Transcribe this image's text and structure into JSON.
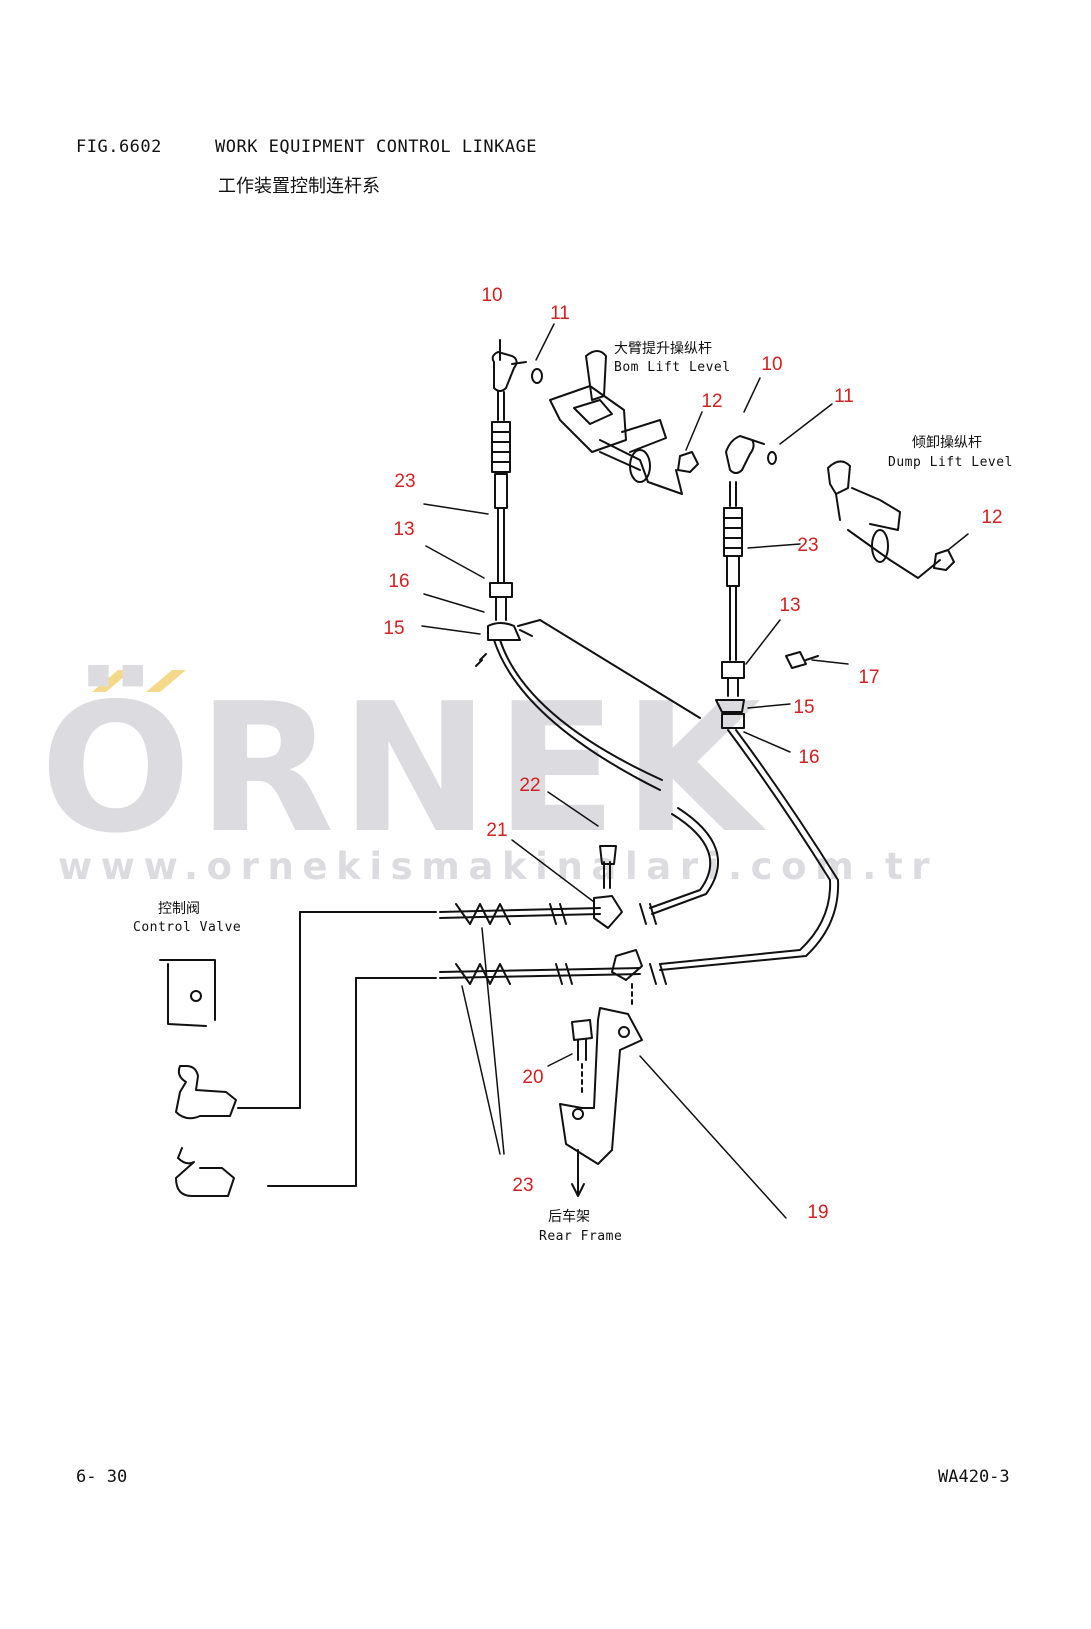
{
  "header": {
    "fig_no": "FIG.6602",
    "title": "WORK EQUIPMENT CONTROL LINKAGE",
    "title_cn": "工作装置控制连杆系"
  },
  "labels": {
    "boom_lever_cn": "大臂提升操纵杆",
    "boom_lever_en": "Bom Lift Level",
    "dump_lever_cn": "倾卸操纵杆",
    "dump_lever_en": "Dump Lift Level",
    "control_valve_cn": "控制阀",
    "control_valve_en": "Control Valve",
    "rear_frame_cn": "后车架",
    "rear_frame_en": "Rear Frame"
  },
  "watermark": {
    "brand": "ÖRNEK",
    "url": "www.ornekismakinalari.com.tr",
    "brand_color": "#dcdce0",
    "accent_color": "#f5d98a"
  },
  "part_color": "#d42020",
  "part_numbers": [
    "10",
    "11",
    "12",
    "23",
    "13",
    "16",
    "15",
    "10",
    "11",
    "12",
    "23",
    "13",
    "17",
    "15",
    "16",
    "22",
    "21",
    "20",
    "23",
    "19"
  ],
  "footer": {
    "page": "6- 30",
    "model": "WA420-3"
  }
}
